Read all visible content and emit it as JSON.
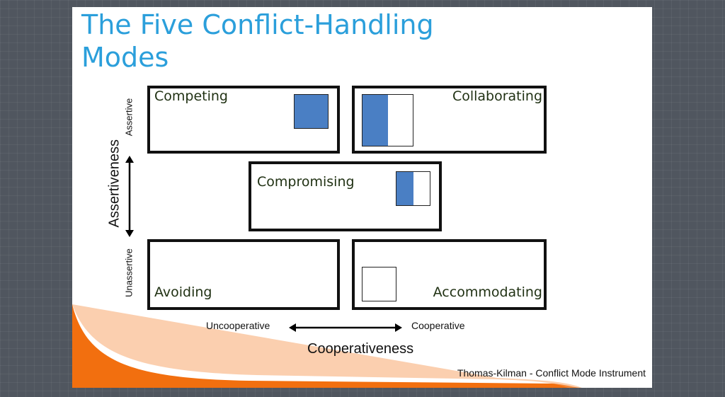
{
  "title_line1": "The Five Conflict-Handling",
  "title_line2": "Modes",
  "modes": {
    "competing": "Competing",
    "collaborating": "Collaborating",
    "compromising": "Compromising",
    "avoiding": "Avoiding",
    "accommodating": "Accommodating"
  },
  "y_axis": {
    "title": "Assertiveness",
    "high": "Assertive",
    "low": "Unassertive"
  },
  "x_axis": {
    "title": "Cooperativeness",
    "low": "Uncooperative",
    "high": "Cooperative"
  },
  "footer": "Thomas-Kilman - Conflict Mode Instrument",
  "colors": {
    "title": "#2b9fdb",
    "fill": "#4a7fc4",
    "accent": "#f26f0f"
  }
}
